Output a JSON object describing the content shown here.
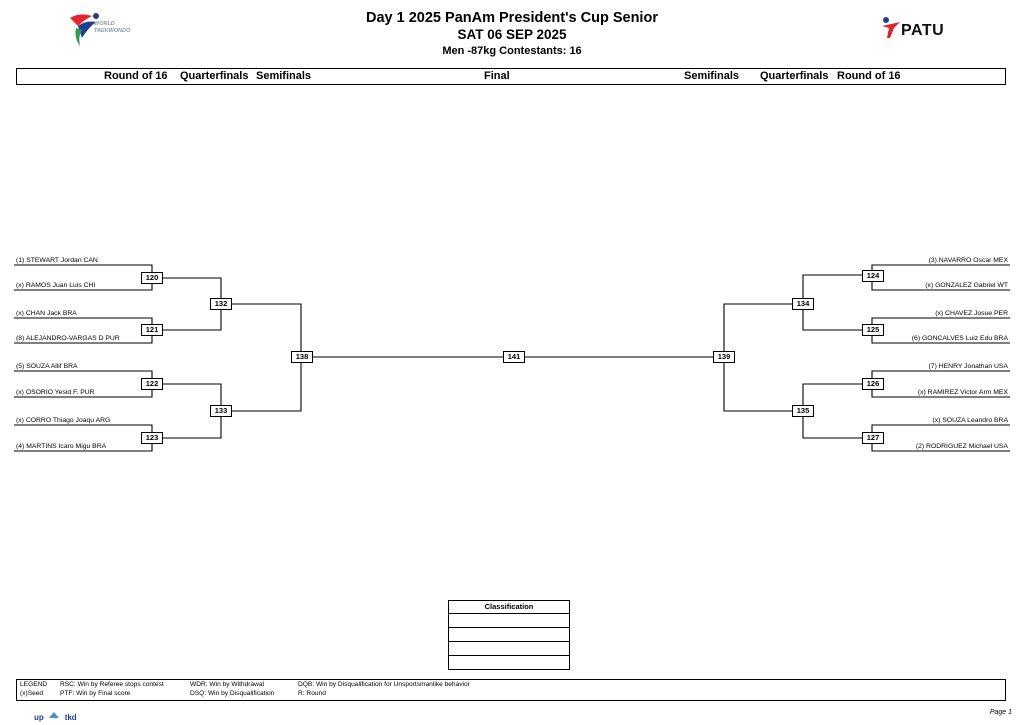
{
  "header": {
    "title": "Day 1 2025 PanAm President's Cup Senior",
    "date": "SAT 06 SEP 2025",
    "category": "Men -87kg  Contestants: 16",
    "logo_left_text": [
      "WORLD",
      "TAEKWONDO"
    ],
    "logo_right_text": "PATU"
  },
  "rounds_left": [
    "Round of 16",
    "Quarterfinals",
    "Semifinals"
  ],
  "round_final": "Final",
  "rounds_right": [
    "Semifinals",
    "Quarterfinals",
    "Round of 16"
  ],
  "left_entries": [
    "(1) STEWART Jordan CAN",
    "(x) RAMOS Juan Luis CHI",
    "(x) CHAN Jack BRA",
    "(8) ALEJANDRO-VARGAS D PUR",
    "(5) SOUZA Allif BRA",
    "(x) OSORIO Yesid F. PUR",
    "(x) CORRO Thiago Joaqu ARG",
    "(4) MARTINS Icaro Migu BRA"
  ],
  "right_entries": [
    "(3) NAVARRO Oscar MEX",
    "(x) GONZALEZ Gabriel  WT",
    "(x) CHAVEZ Josue PER",
    "(6) GONCALVES Luiz Edu BRA",
    "(7) HENRY Jonathan USA",
    "(x) RAMIREZ Victor Arm MEX",
    "(x) SOUZA Leandro BRA",
    "(2) RODRIGUEZ Michael  USA"
  ],
  "matches": {
    "left_r16": [
      "120",
      "121",
      "122",
      "123"
    ],
    "left_qf": [
      "132",
      "133"
    ],
    "left_sf": "138",
    "final": "141",
    "right_sf": "139",
    "right_qf": [
      "134",
      "135"
    ],
    "right_r16": [
      "124",
      "125",
      "126",
      "127"
    ]
  },
  "classification": {
    "title": "Classification",
    "rows": [
      "",
      "",
      "",
      ""
    ]
  },
  "legend": {
    "label": "LEGEND",
    "seed": "(x)Seed",
    "rsc": "RSC: Win by Referee stops contest",
    "ptf": "PTF: Win by Final score",
    "wdr": "WDR: Win by Withdrawal",
    "dsq": "DSQ: Win by Disqualification",
    "dqb": "DQB: Win by Disqualification for Unsportsmanlike behavior",
    "r": "R: Round"
  },
  "footer": {
    "brand_left": "up",
    "brand_right": "tkd",
    "page": "Page 1"
  },
  "colors": {
    "line": "#000000",
    "wt_blue": "#1f3f8f",
    "wt_red": "#e3262d",
    "wt_green": "#2e9e48",
    "patu_red": "#d6262b"
  }
}
